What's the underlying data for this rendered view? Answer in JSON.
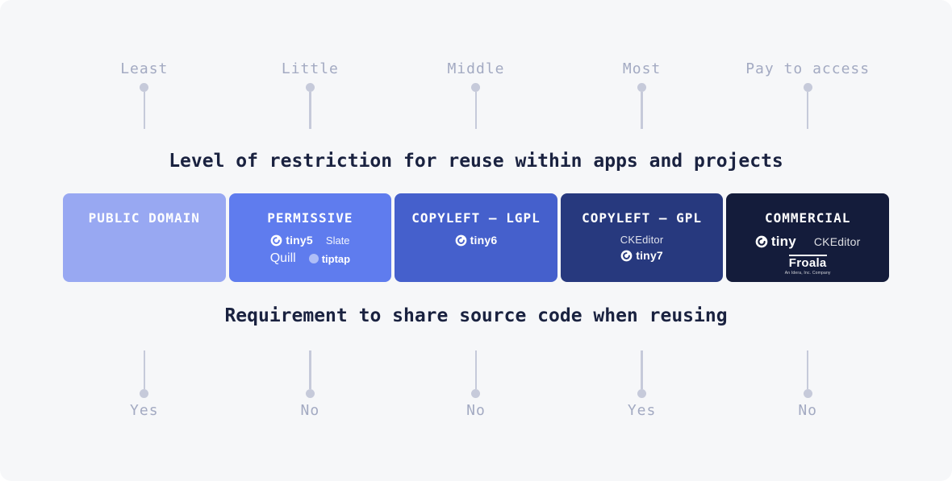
{
  "canvas": {
    "background": "#f6f7f9"
  },
  "colors": {
    "pin": "#c6cada",
    "scale_label": "#a3aac2",
    "heading": "#1a2240"
  },
  "scale_top": {
    "title": "Level of restriction for reuse within apps and projects",
    "labels": [
      "Least",
      "Little",
      "Middle",
      "Most",
      "Pay to access"
    ]
  },
  "scale_bottom": {
    "title": "Requirement to share source code when reusing",
    "labels": [
      "Yes",
      "No",
      "No",
      "Yes",
      "No"
    ]
  },
  "cards": [
    {
      "title": "PUBLIC DOMAIN",
      "color": "#98a8f2"
    },
    {
      "title": "PERMISSIVE",
      "color": "#5f7cee",
      "logos": {
        "tiny": "tiny5",
        "slate": "Slate",
        "quill": "Quill",
        "tiptap": "tiptap"
      }
    },
    {
      "title": "COPYLEFT — LGPL",
      "color": "#4560cc",
      "logos": {
        "tiny": "tiny6"
      }
    },
    {
      "title": "COPYLEFT — GPL",
      "color": "#27397e",
      "logos": {
        "ckeditor": "CKEditor",
        "tiny": "tiny7"
      }
    },
    {
      "title": "COMMERCIAL",
      "color": "#141c3b",
      "logos": {
        "tiny": "tiny",
        "ckeditor": "CKEditor",
        "froala": "Froala",
        "froala_tagline": "An Idera, Inc. Company"
      }
    }
  ]
}
